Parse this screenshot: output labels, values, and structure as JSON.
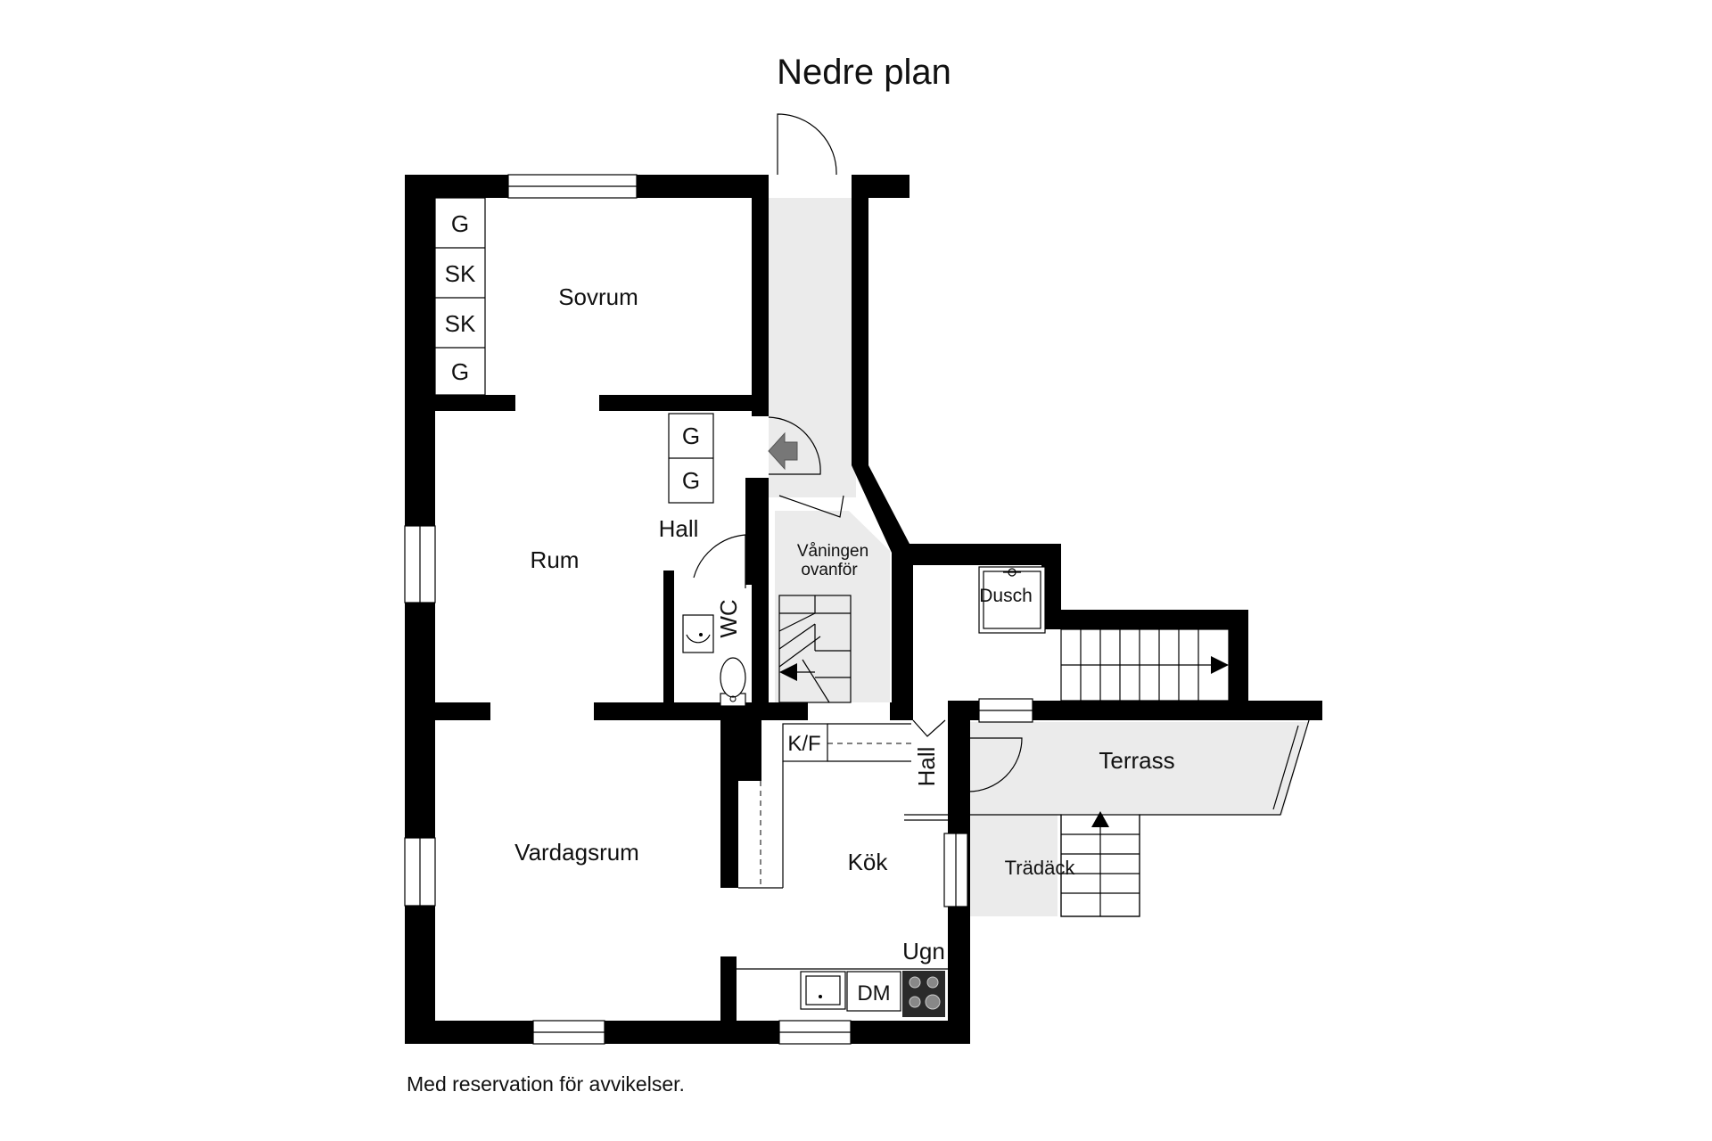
{
  "title": "Nedre plan",
  "disclaimer": "Med reservation för avvikelser.",
  "rooms": {
    "sovrum": "Sovrum",
    "rum": "Rum",
    "hall_upper": "Hall",
    "wc": "WC",
    "vaningen_line1": "Våningen",
    "vaningen_line2": "ovanför",
    "dusch": "Dusch",
    "terrass": "Terrass",
    "hall_lower": "Hall",
    "tradack": "Trädäck",
    "vardagsrum": "Vardagsrum",
    "kok": "Kök",
    "kf": "K/F",
    "ugn": "Ugn",
    "dm": "DM"
  },
  "storage": {
    "sovrum": [
      "G",
      "SK",
      "SK",
      "G"
    ],
    "hall": [
      "G",
      "G"
    ]
  },
  "colors": {
    "wall": "#000000",
    "shaded_area": "#ebebeb",
    "background": "#ffffff"
  }
}
